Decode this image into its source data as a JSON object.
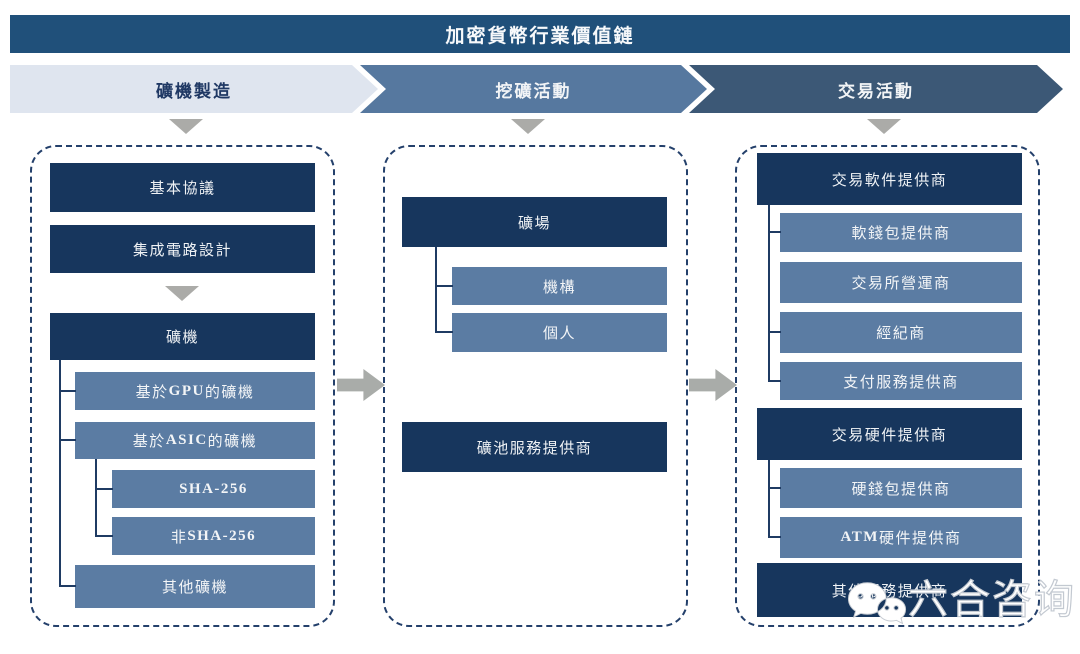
{
  "title": "加密貨幣行業價值鏈",
  "stages": [
    {
      "label": "礦機製造"
    },
    {
      "label": "挖礦活動"
    },
    {
      "label": "交易活動"
    }
  ],
  "manufacturing": {
    "protocol": "基本協議",
    "ic_design": "集成電路設計",
    "miner": "礦機",
    "gpu": "基於GPU的礦機",
    "asic": "基於ASIC的礦機",
    "sha": "SHA-256",
    "non_sha": "非SHA-256",
    "other": "其他礦機"
  },
  "mining": {
    "farm": "礦場",
    "institution": "機構",
    "individual": "個人",
    "pool": "礦池服務提供商"
  },
  "trading": {
    "software": "交易軟件提供商",
    "soft_wallet": "軟錢包提供商",
    "exchange": "交易所營運商",
    "broker": "經紀商",
    "payment": "支付服務提供商",
    "hardware": "交易硬件提供商",
    "hard_wallet": "硬錢包提供商",
    "atm": "ATM硬件提供商",
    "other": "其他服務提供商"
  },
  "watermark": {
    "text": "六合咨询",
    "icon": "wechat-icon"
  },
  "colors": {
    "title_bar": "#20507A",
    "dark_box": "#17365D",
    "mid_box": "#5B7CA3",
    "stage1_bg": "#DFE5EF",
    "stage2_bg": "#56789F",
    "stage3_bg": "#3C5876",
    "grey_arrow": "#A9ACA9",
    "dashed_border": "#24406B"
  }
}
